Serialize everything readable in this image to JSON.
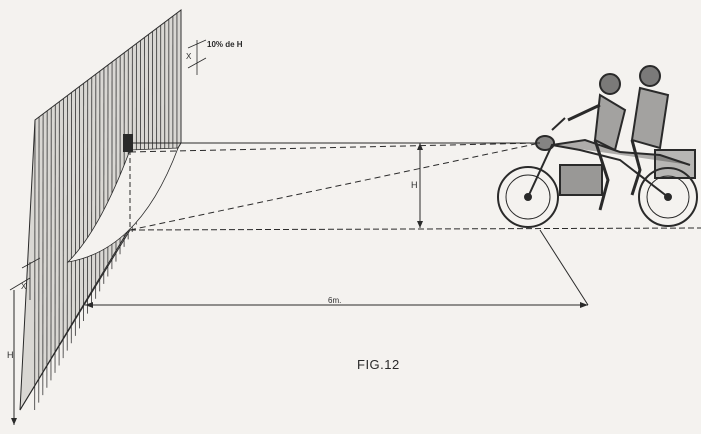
{
  "labels": {
    "note_top": "10% de H",
    "x_top": "X",
    "x_wall": "X",
    "h_wall": "H",
    "h_bike": "H",
    "distance": "6m.",
    "figure": "FIG.12"
  },
  "colors": {
    "background": "#f4f2ef",
    "ink": "#2a2a2a",
    "beam": "#f4f2ef"
  },
  "icons": [
    "motorcycle-with-two-riders-icon"
  ]
}
